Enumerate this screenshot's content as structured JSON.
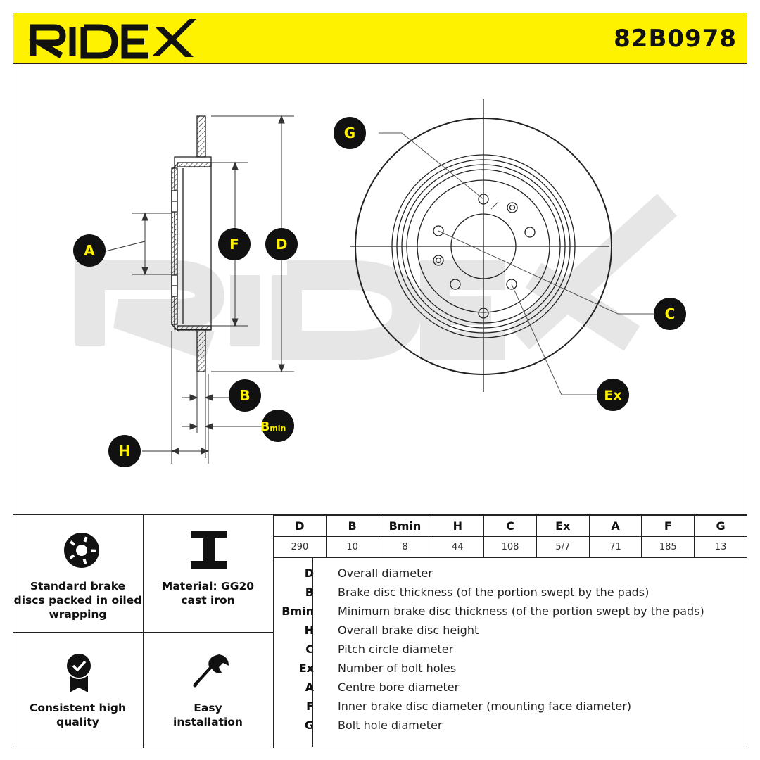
{
  "header": {
    "brand": "RIDEX",
    "part_number": "82B0978"
  },
  "diagram": {
    "watermark": "RIDEX",
    "labels": {
      "A": "A",
      "F": "F",
      "D": "D",
      "B": "B",
      "Bmin_main": "B",
      "Bmin_sub": "min",
      "H": "H",
      "G": "G",
      "C": "C",
      "Ex": "Ex"
    }
  },
  "features": [
    {
      "icon": "brake-disc-icon",
      "text": [
        "Standard brake",
        "discs packed in oiled",
        "wrapping"
      ]
    },
    {
      "icon": "i-beam-icon",
      "text": [
        "Material: GG20",
        "cast iron"
      ]
    },
    {
      "icon": "quality-badge-icon",
      "text": [
        "Consistent high",
        "quality"
      ]
    },
    {
      "icon": "wrench-icon",
      "text": [
        "Easy",
        "installation"
      ]
    }
  ],
  "table": {
    "headers": [
      "D",
      "B",
      "Bmin",
      "H",
      "C",
      "Ex",
      "A",
      "F",
      "G"
    ],
    "values": [
      "290",
      "10",
      "8",
      "44",
      "108",
      "5/7",
      "71",
      "185",
      "13"
    ]
  },
  "legend": [
    {
      "key": "D",
      "desc": "Overall diameter"
    },
    {
      "key": "B",
      "desc": "Brake disc thickness (of the portion swept by the pads)"
    },
    {
      "key": "Bmin",
      "desc": "Minimum brake disc thickness (of the portion swept by the pads)"
    },
    {
      "key": "H",
      "desc": "Overall brake disc height"
    },
    {
      "key": "C",
      "desc": "Pitch circle diameter"
    },
    {
      "key": "Ex",
      "desc": "Number of bolt holes"
    },
    {
      "key": "A",
      "desc": "Centre bore diameter"
    },
    {
      "key": "F",
      "desc": "Inner brake disc diameter (mounting face diameter)"
    },
    {
      "key": "G",
      "desc": "Bolt hole diameter"
    }
  ],
  "colors": {
    "accent": "#fff200",
    "badge": "#111111",
    "badge_text": "#fff200",
    "watermark": "#e6e6e6"
  }
}
